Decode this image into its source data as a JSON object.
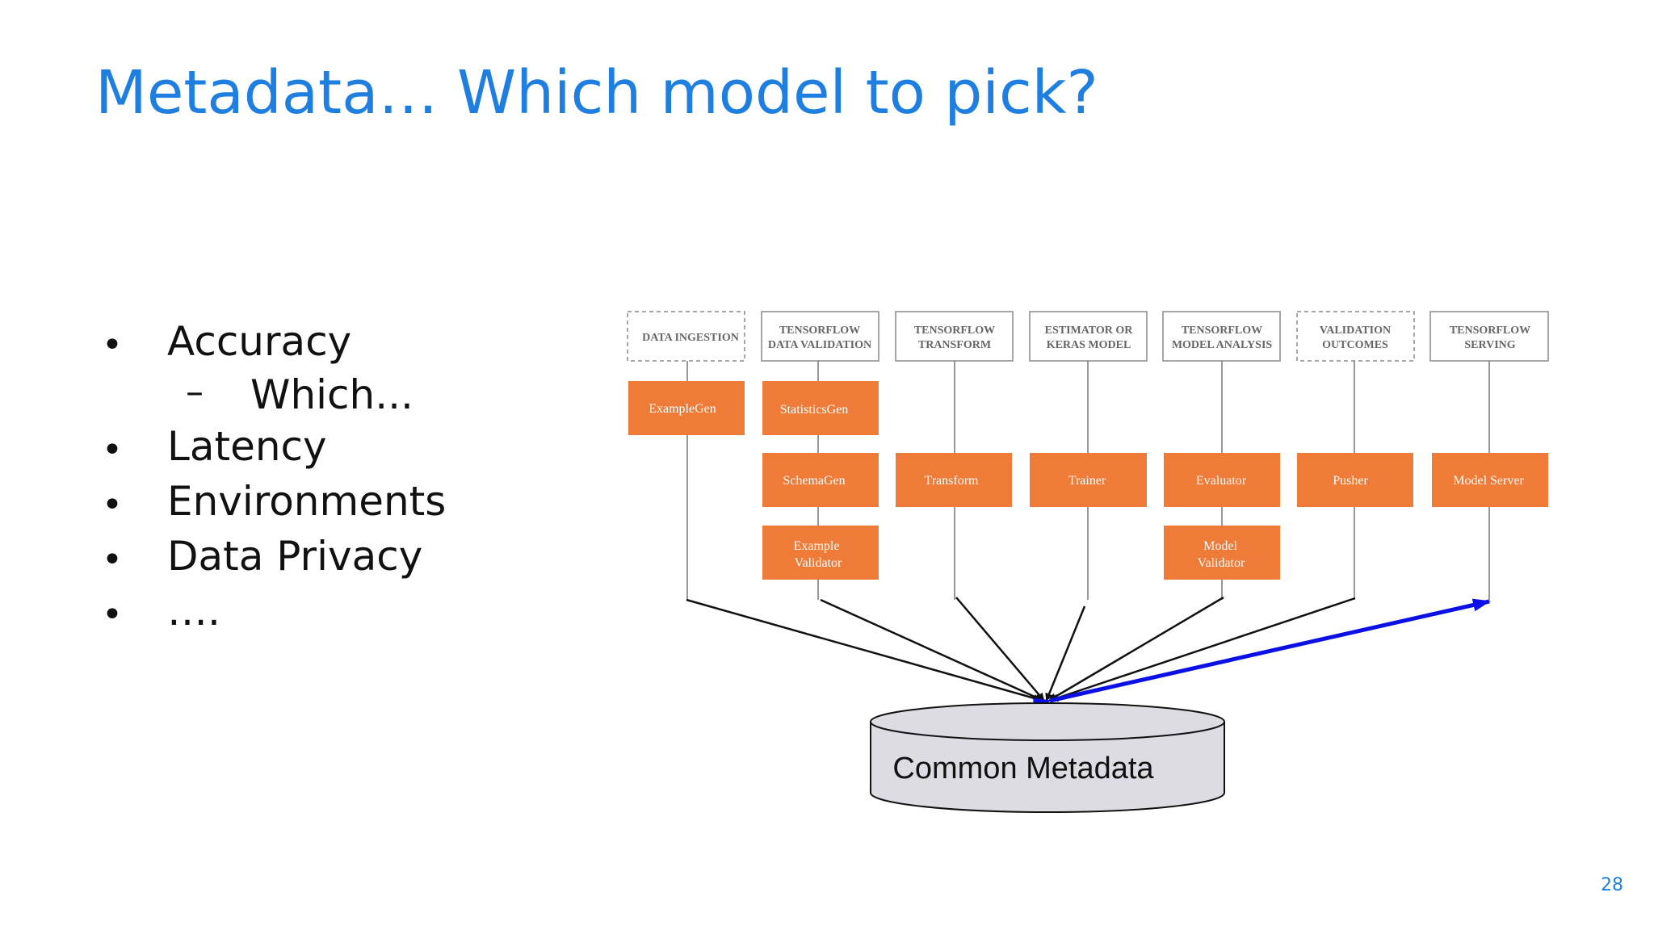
{
  "title": "Metadata… Which model to pick?",
  "bullets": [
    {
      "level": 1,
      "marker": "•",
      "text": "Accuracy"
    },
    {
      "level": 2,
      "marker": "–",
      "text": "Which..."
    },
    {
      "level": 1,
      "marker": "•",
      "text": "Latency"
    },
    {
      "level": 1,
      "marker": "•",
      "text": "Environments"
    },
    {
      "level": 1,
      "marker": "•",
      "text": "Data Privacy"
    },
    {
      "level": 1,
      "marker": "•",
      "text": "…."
    }
  ],
  "diagram": {
    "headers": [
      {
        "lines": [
          "DATA INGESTION"
        ],
        "style": "dashed"
      },
      {
        "lines": [
          "TENSORFLOW",
          "DATA VALIDATION"
        ],
        "style": "solid"
      },
      {
        "lines": [
          "TENSORFLOW",
          "TRANSFORM"
        ],
        "style": "solid"
      },
      {
        "lines": [
          "ESTIMATOR OR",
          "KERAS MODEL"
        ],
        "style": "solid"
      },
      {
        "lines": [
          "TENSORFLOW",
          "MODEL ANALYSIS"
        ],
        "style": "solid"
      },
      {
        "lines": [
          "VALIDATION",
          "OUTCOMES"
        ],
        "style": "dashed"
      },
      {
        "lines": [
          "TENSORFLOW",
          "SERVING"
        ],
        "style": "solid"
      }
    ],
    "components": [
      {
        "lines": [
          "ExampleGen"
        ]
      },
      {
        "lines": [
          "StatisticsGen"
        ]
      },
      {
        "lines": [
          "SchemaGen"
        ]
      },
      {
        "lines": [
          "Example",
          "Validator"
        ]
      },
      {
        "lines": [
          "Transform"
        ]
      },
      {
        "lines": [
          "Trainer"
        ]
      },
      {
        "lines": [
          "Evaluator"
        ]
      },
      {
        "lines": [
          "Model",
          "Validator"
        ]
      },
      {
        "lines": [
          "Pusher"
        ]
      },
      {
        "lines": [
          "Model Server"
        ]
      }
    ],
    "store_label": "Common Metadata",
    "colors": {
      "component_fill": "#ee7b38",
      "header_border": "#888888",
      "line": "#111111",
      "highlight_arrow": "#0a10e6",
      "store_fill": "#dcdce2"
    }
  },
  "page_number": "28"
}
